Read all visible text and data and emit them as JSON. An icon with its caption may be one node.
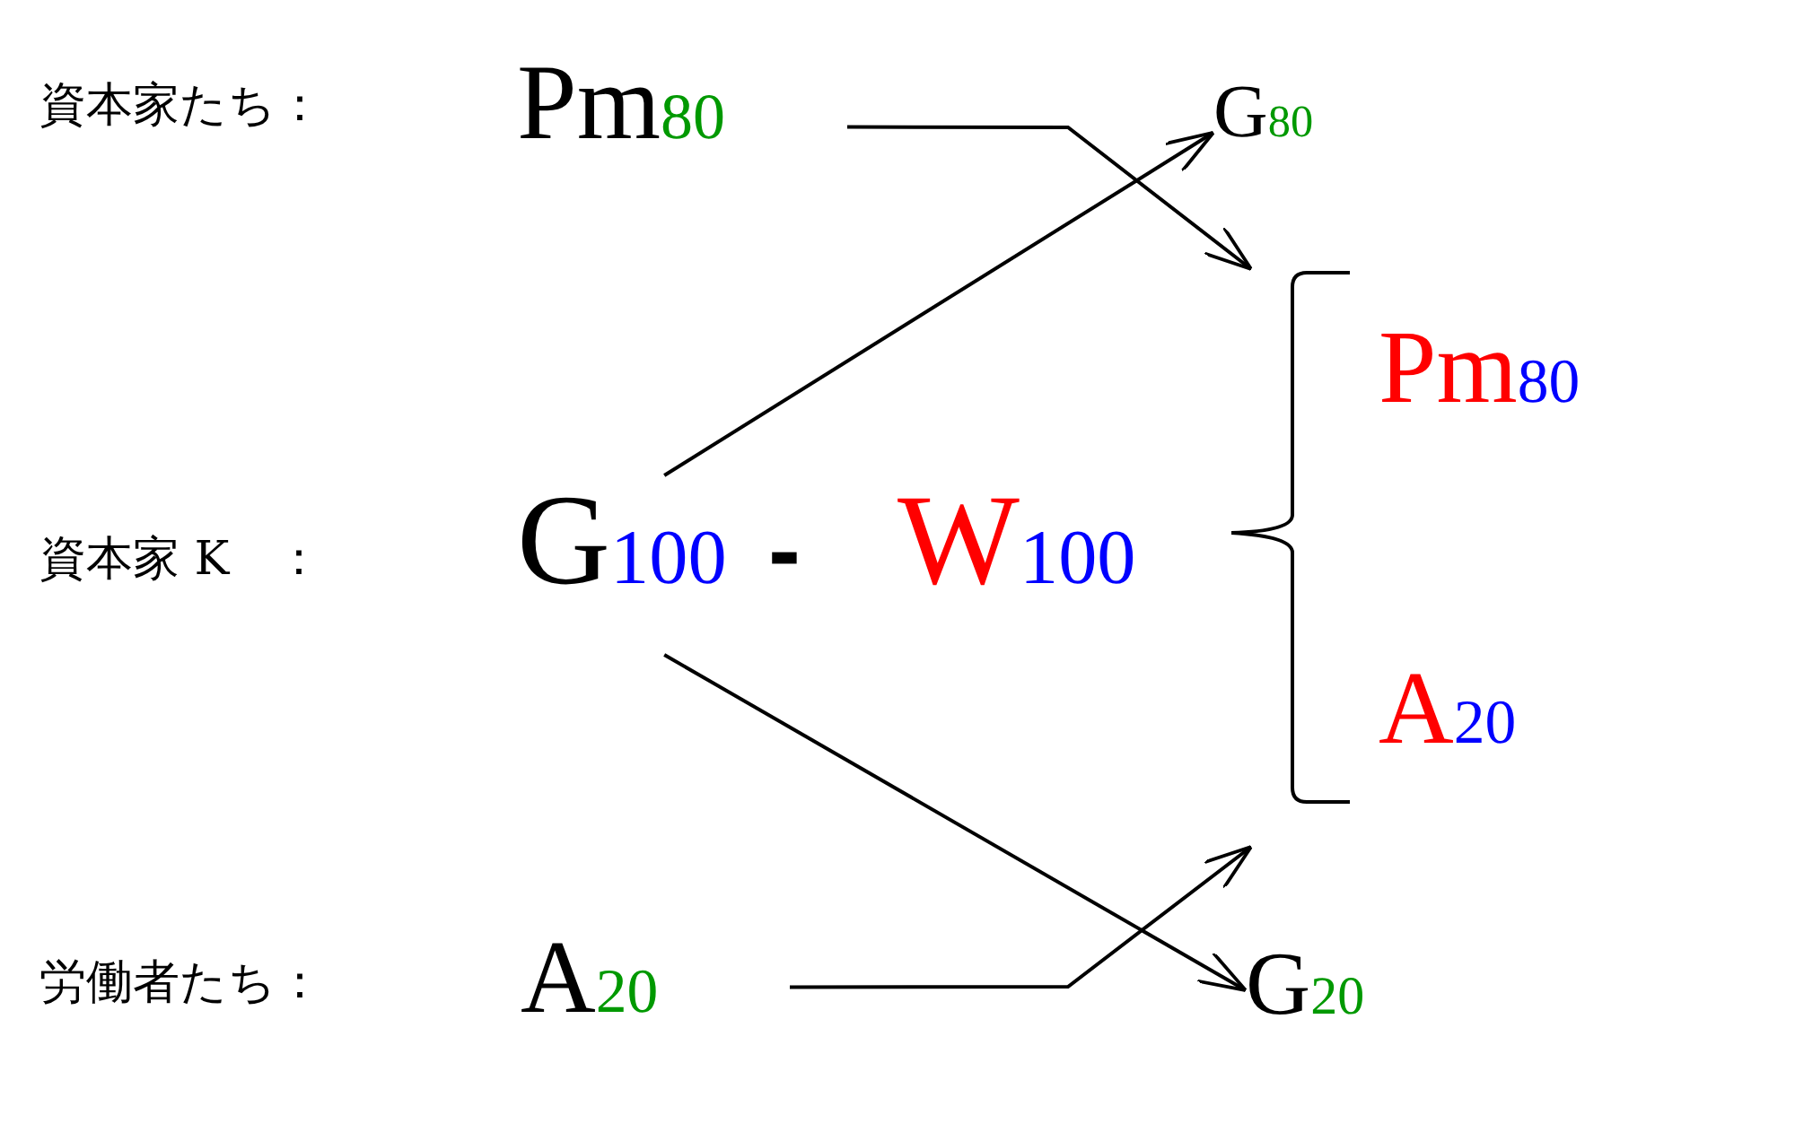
{
  "diagram": {
    "nodes": [
      {
        "text": [
          "Pm$_{80}$"
        ]
      },
      {
        "text": [
          "G$_{100}$"
        ]
      },
      {
        "text": [
          "W$_{100}$"
        ]
      },
      {
        "text": [
          "A$_{20}$"
        ]
      },
      {
        "text": [
          "G$_{80}$"
        ]
      },
      {
        "text": [
          "G$_{20}$"
        ]
      },
      {
        "text": [
          "Pm$_{80}$",
          "A$_{20}$"
        ]
      }
    ],
    "edges": [
      {
        "from": 0,
        "to": 6,
        "arrow": "to"
      },
      {
        "from": 1,
        "to": 4,
        "arrow": "to"
      },
      {
        "from": 1,
        "to": 5,
        "arrow": "to"
      },
      {
        "from": 3,
        "to": 6,
        "arrow": "to"
      }
    ],
    "labels": [
      "資本家たち：",
      "資本家 K　：",
      "-",
      "労働者たち："
    ]
  }
}
